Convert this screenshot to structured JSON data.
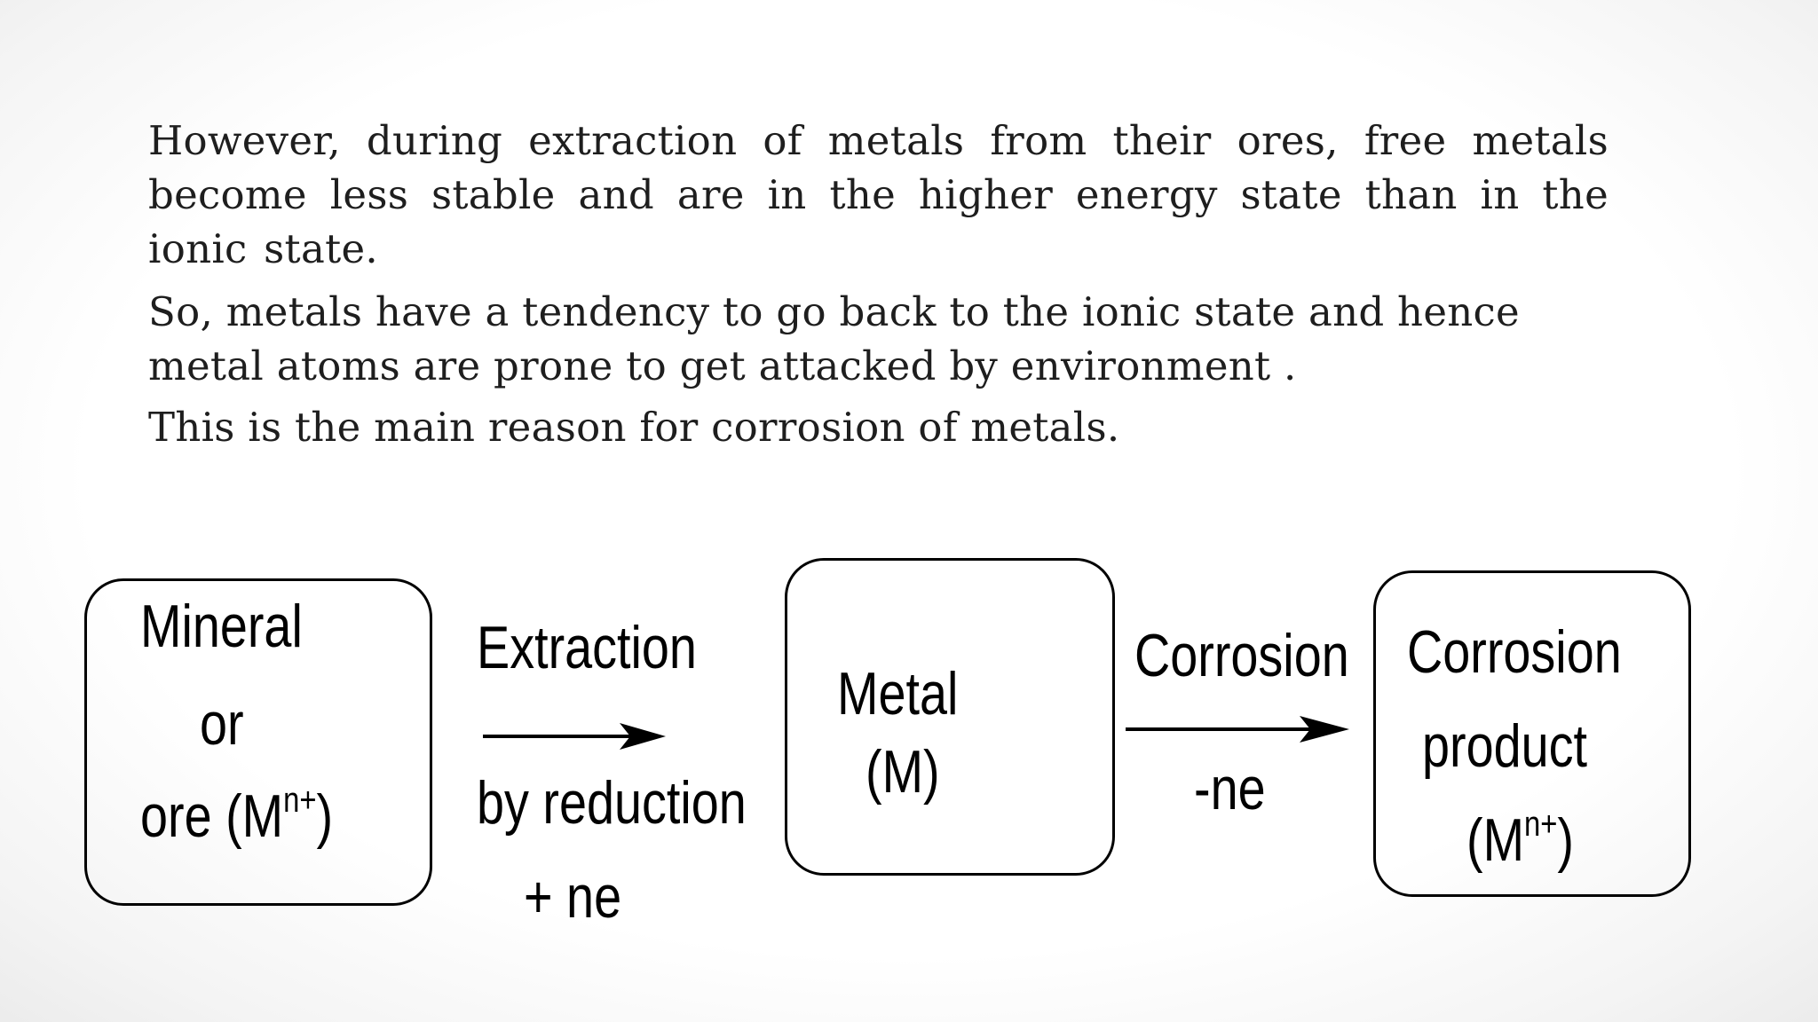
{
  "paragraphs": [
    "However, during extraction of metals from their ores, free metals become less stable and are in the higher energy state than in the ionic state.",
    "So, metals have a tendency to go back to the ionic state and hence metal atoms are prone to get attacked by environment .",
    "This is the main reason for corrosion of metals."
  ],
  "diagram": {
    "mineral_box": {
      "line1": "Mineral",
      "line2": "or",
      "line3_main": "ore  (M",
      "superscript": "n+",
      "line3_close": ")"
    },
    "extraction_arrow": {
      "above": "Extraction",
      "below_line1": "by reduction",
      "below_line2": "+ ne"
    },
    "metal_box": {
      "line1": "Metal",
      "line2": "(M)"
    },
    "corrosion_arrow": {
      "above": "Corrosion",
      "below": "-ne"
    },
    "product_box": {
      "line1": "Corrosion",
      "line2": "product",
      "line3_main": "(M",
      "superscript": "n+",
      "line3_close": ")"
    },
    "colors": {
      "stroke": "#000000",
      "text": "#1e1e1e"
    }
  }
}
